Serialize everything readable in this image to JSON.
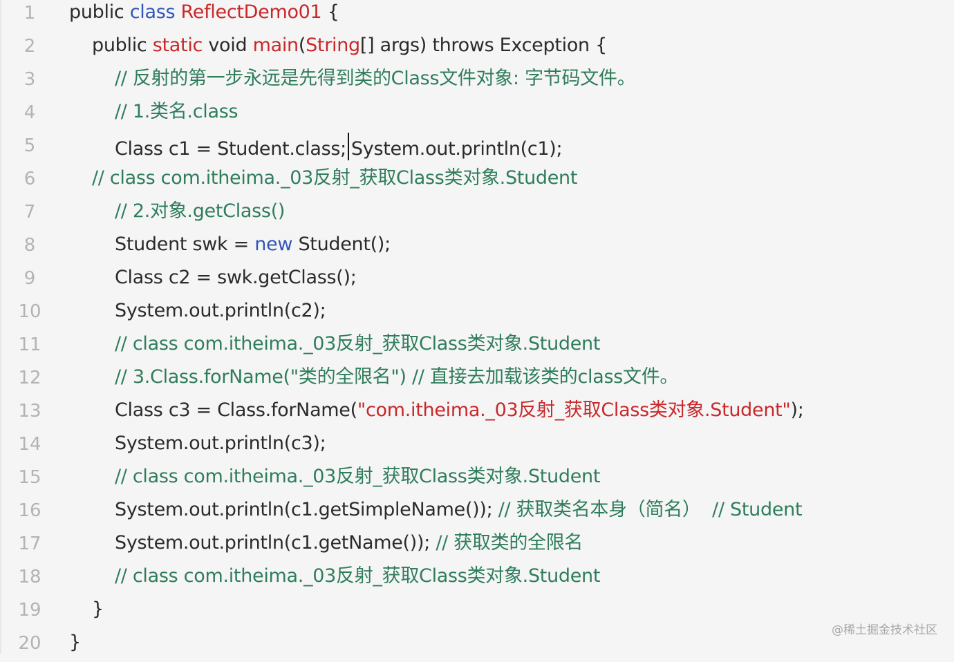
{
  "editor": {
    "lines": [
      {
        "num": "1",
        "parts": [
          {
            "t": "public ",
            "c": ""
          },
          {
            "t": "class ",
            "c": "kw"
          },
          {
            "t": "ReflectDemo01",
            "c": "red"
          },
          {
            "t": " {",
            "c": ""
          }
        ]
      },
      {
        "num": "2",
        "parts": [
          {
            "t": "public ",
            "c": ""
          },
          {
            "t": "static ",
            "c": "red"
          },
          {
            "t": "void ",
            "c": ""
          },
          {
            "t": "main",
            "c": "red"
          },
          {
            "t": "(",
            "c": ""
          },
          {
            "t": "String",
            "c": "red"
          },
          {
            "t": "[] args) throws Exception {",
            "c": ""
          }
        ]
      },
      {
        "num": "3",
        "parts": [
          {
            "t": "// 反射的第一步永远是先得到类的Class文件对象: 字节码文件。",
            "c": "cm"
          }
        ]
      },
      {
        "num": "4",
        "parts": [
          {
            "t": "// 1.类名.class",
            "c": "cm"
          }
        ]
      },
      {
        "num": "5",
        "parts": [
          {
            "t": "Class c1 = Student.class;",
            "c": ""
          },
          {
            "t": "",
            "c": "caret"
          },
          {
            "t": "System.out.println(c1);",
            "c": ""
          }
        ]
      },
      {
        "num": "6",
        "parts": [
          {
            "t": "// class com.itheima._03反射_获取Class类对象.Student",
            "c": "cm"
          }
        ]
      },
      {
        "num": "7",
        "parts": [
          {
            "t": "// 2.对象.getClass()",
            "c": "cm"
          }
        ]
      },
      {
        "num": "8",
        "parts": [
          {
            "t": "Student swk = ",
            "c": ""
          },
          {
            "t": "new",
            "c": "kw"
          },
          {
            "t": " Student();",
            "c": ""
          }
        ]
      },
      {
        "num": "9",
        "parts": [
          {
            "t": "Class c2 = swk.getClass();",
            "c": ""
          }
        ]
      },
      {
        "num": "10",
        "parts": [
          {
            "t": "System.out.println(c2);",
            "c": ""
          }
        ]
      },
      {
        "num": "11",
        "parts": [
          {
            "t": "// class com.itheima._03反射_获取Class类对象.Student",
            "c": "cm"
          }
        ]
      },
      {
        "num": "12",
        "parts": [
          {
            "t": "// 3.Class.forName(\"类的全限名\") // 直接去加载该类的class文件。",
            "c": "cm"
          }
        ]
      },
      {
        "num": "13",
        "parts": [
          {
            "t": "Class c3 = Class.forName(",
            "c": ""
          },
          {
            "t": "\"com.itheima._03反射_获取Class类对象.Student\"",
            "c": "red"
          },
          {
            "t": ");",
            "c": ""
          }
        ]
      },
      {
        "num": "14",
        "parts": [
          {
            "t": "System.out.println(c3);",
            "c": ""
          }
        ]
      },
      {
        "num": "15",
        "parts": [
          {
            "t": "// class com.itheima._03反射_获取Class类对象.Student",
            "c": "cm"
          }
        ]
      },
      {
        "num": "16",
        "parts": [
          {
            "t": "System.out.println(c1.getSimpleName()); ",
            "c": ""
          },
          {
            "t": "// 获取类名本身（简名）  // Student",
            "c": "cm"
          }
        ]
      },
      {
        "num": "17",
        "parts": [
          {
            "t": "System.out.println(c1.getName()); ",
            "c": ""
          },
          {
            "t": "// 获取类的全限名",
            "c": "cm"
          }
        ]
      },
      {
        "num": "18",
        "parts": [
          {
            "t": "// class com.itheima._03反射_获取Class类对象.Student",
            "c": "cm"
          }
        ]
      },
      {
        "num": "19",
        "parts": [
          {
            "t": "}",
            "c": ""
          }
        ]
      },
      {
        "num": "20",
        "parts": [
          {
            "t": "}",
            "c": ""
          }
        ]
      }
    ]
  },
  "watermark": "@稀土掘金技术社区",
  "colors": {
    "background": "#f5f5f6",
    "text": "#2b2b2b",
    "keyword": "#3156b8",
    "red": "#c8282a",
    "comment": "#2f7d5b",
    "line_number": "#b3b3b6"
  }
}
